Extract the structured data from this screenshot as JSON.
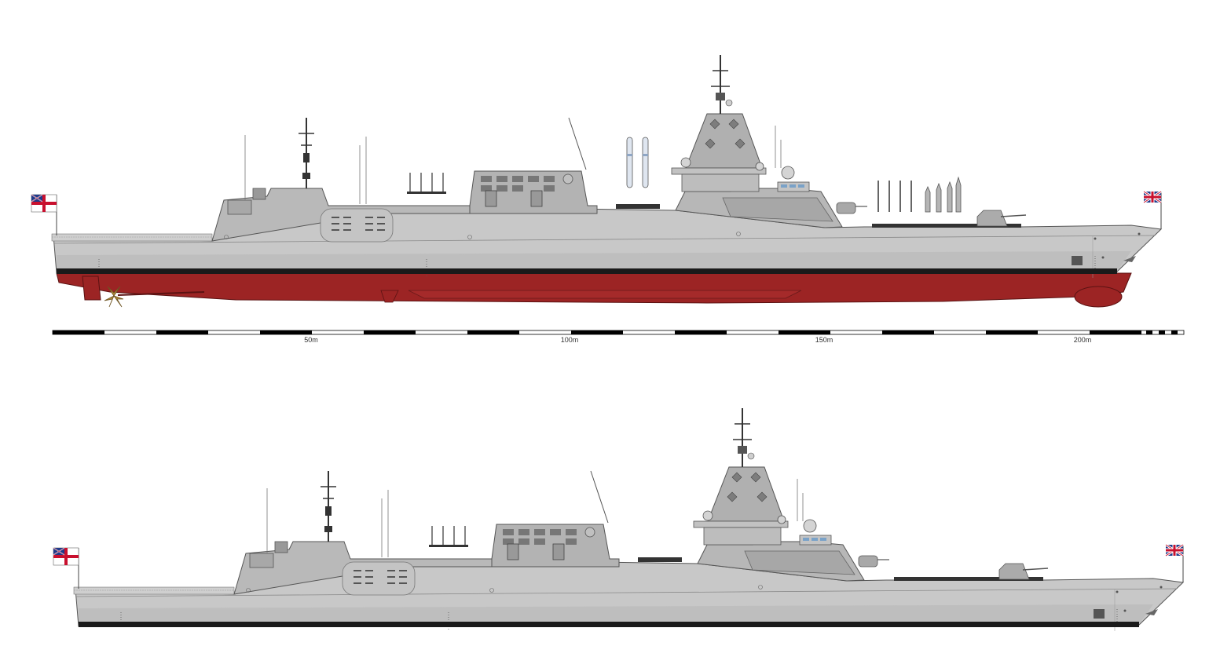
{
  "drawing": {
    "views": [
      {
        "id": "full-profile",
        "shows_underwater_hull": true
      },
      {
        "id": "waterline-profile",
        "shows_underwater_hull": false
      }
    ],
    "scale_bar": {
      "labels": [
        "50m",
        "100m",
        "150m",
        "200m"
      ]
    },
    "ensigns": [
      "white-ensign-flag-icon",
      "union-jack-flag-icon"
    ],
    "colors": {
      "hull_grey": "#c8c8c8",
      "hull_dark_grey": "#a9a9a9",
      "superstructure_grey": "#bdbdbd",
      "boot_topping": "#1a1a1a",
      "antifouling_red": "#9c2424",
      "propeller_bronze": "#b08a3a",
      "window_blue": "#7aa2c8",
      "outline": "#333333"
    }
  }
}
